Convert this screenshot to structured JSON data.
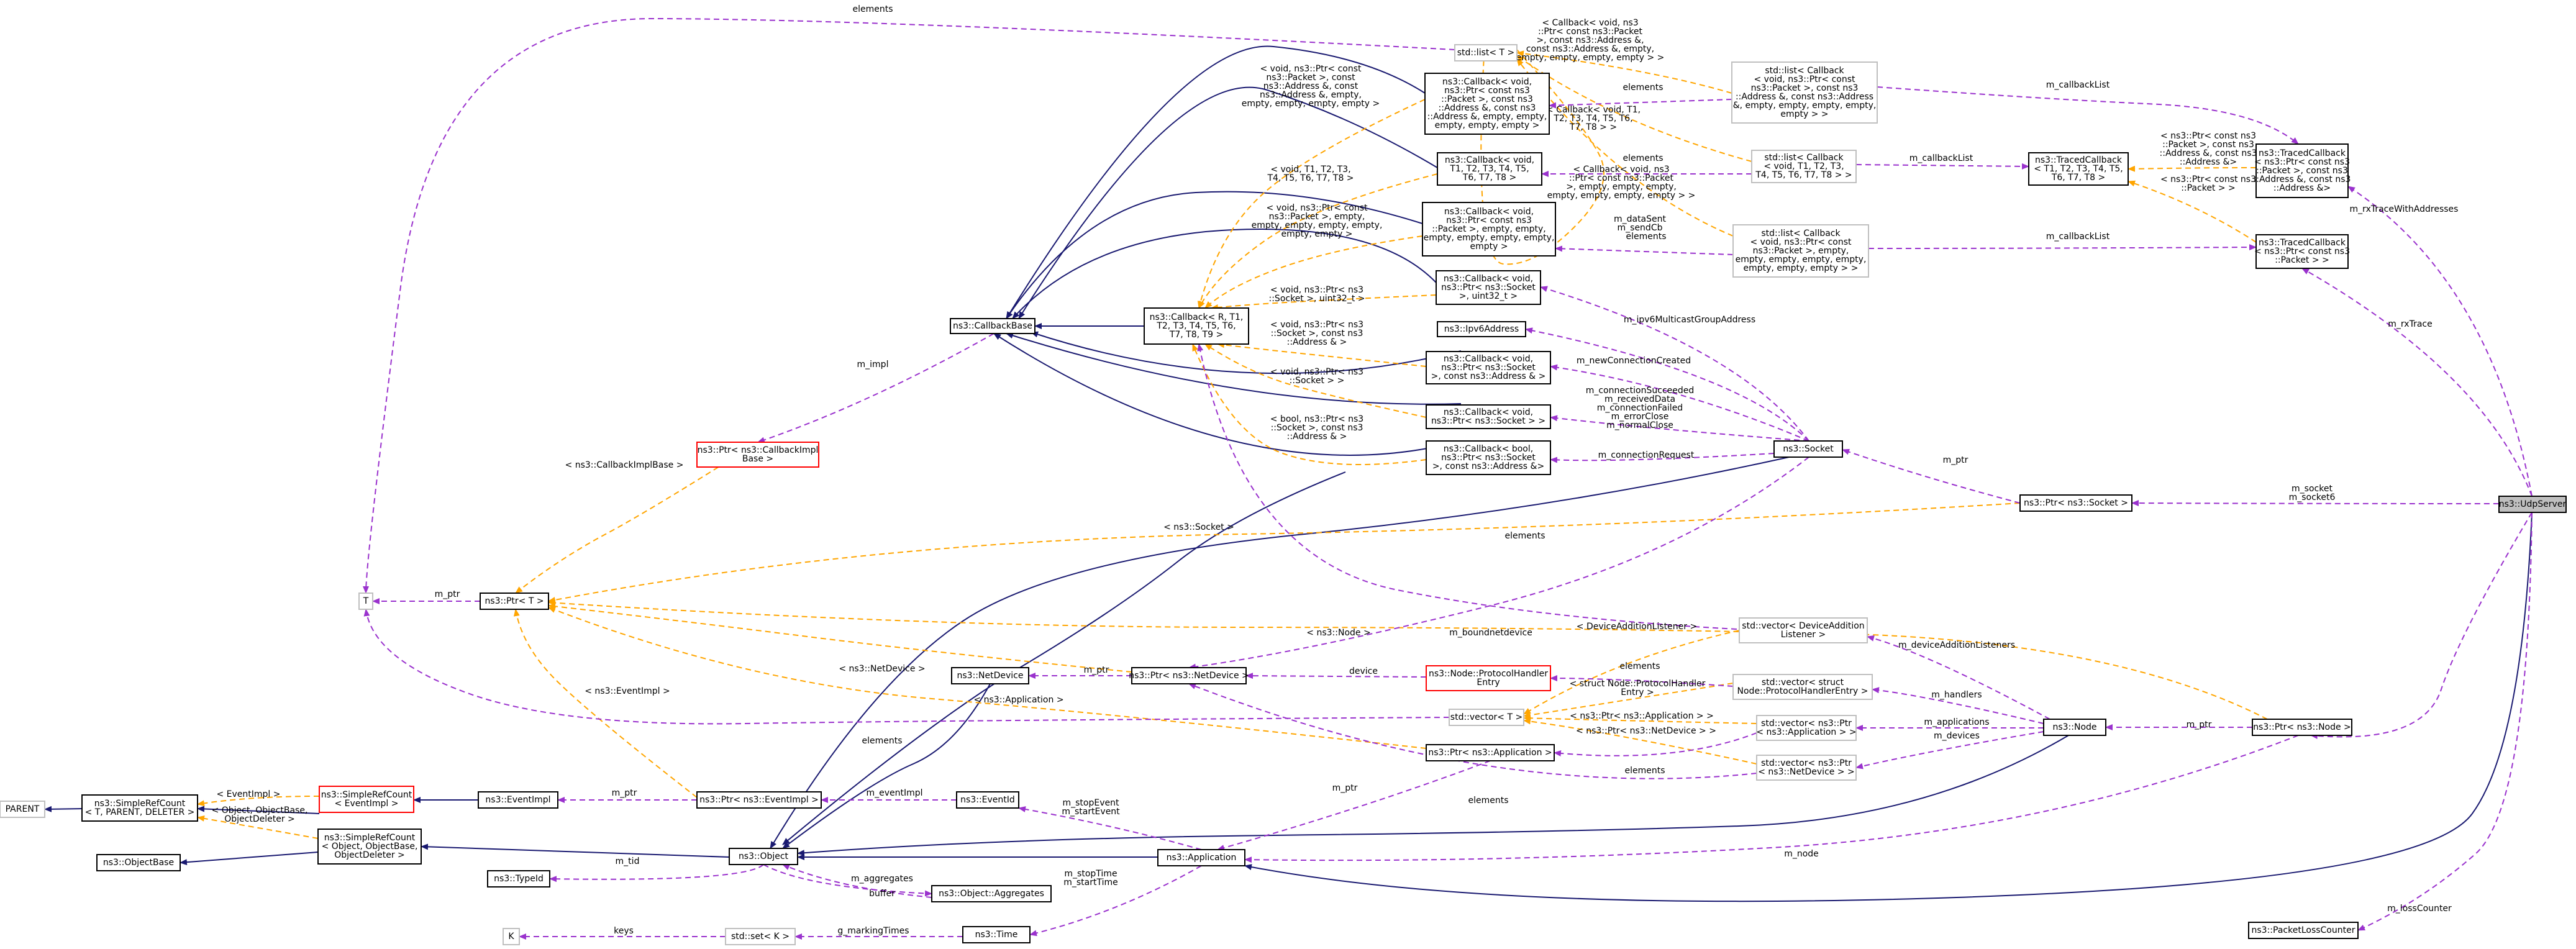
{
  "nodes": {
    "udpserver": "ns3::UdpServer",
    "ptr_socket": "ns3::Ptr< ns3::Socket >",
    "traced_addr": "ns3::TracedCallback\n< ns3::Ptr< const ns3\n::Packet >, const ns3\n::Address &, const ns3\n::Address &>",
    "traced_pkt": "ns3::TracedCallback\n< ns3::Ptr< const ns3\n::Packet > >",
    "traced_generic": "ns3::TracedCallback\n< T1, T2, T3, T4, T5,\nT6, T7, T8 >",
    "list_addr": "std::list< Callback\n< void, ns3::Ptr< const\nns3::Packet >, const ns3\n::Address &, const ns3::Address\n&, empty, empty, empty, empty,\nempty > >",
    "list_generic": "std::list< Callback\n< void, T1, T2, T3,\nT4, T5, T6, T7, T8 > >",
    "list_pkt": "std::list< Callback\n< void, ns3::Ptr< const\nns3::Packet >, empty,\nempty, empty, empty, empty,\nempty, empty, empty > >",
    "stdlist_t": "std::list< T >",
    "cb_addr": "ns3::Callback< void,\nns3::Ptr< const ns3\n::Packet >, const ns3\n::Address &, const ns3\n::Address &, empty, empty,\nempty, empty, empty >",
    "cb_generic_void": "ns3::Callback< void,\nT1, T2, T3, T4, T5,\nT6, T7, T8 >",
    "cb_pkt": "ns3::Callback< void,\nns3::Ptr< const ns3\n::Packet >, empty, empty,\nempty, empty, empty, empty,\nempty >",
    "cb_sock_u32": "ns3::Callback< void,\nns3::Ptr< ns3::Socket\n>, uint32_t >",
    "callback_r": "ns3::Callback< R, T1,\nT2, T3, T4, T5, T6,\nT7, T8, T9 >",
    "callbackbase": "ns3::CallbackBase",
    "ipv6": "ns3::Ipv6Address",
    "cb_sock_addr": "ns3::Callback< void,\nns3::Ptr< ns3::Socket\n>, const ns3::Address & >",
    "cb_sock": "ns3::Callback< void,\nns3::Ptr< ns3::Socket > >",
    "cb_bool": "ns3::Callback< bool,\nns3::Ptr< ns3::Socket\n>, const ns3::Address &>",
    "socket": "ns3::Socket",
    "ptr_cbimpl": "ns3::Ptr< ns3::CallbackImpl\nBase >",
    "ptr_t": "ns3::Ptr< T >",
    "t": "T",
    "netdevice": "ns3::NetDevice",
    "ptr_netdevice": "ns3::Ptr< ns3::NetDevice >",
    "protocolhandler": "ns3::Node::ProtocolHandler\nEntry",
    "vec_listener": "std::vector< DeviceAddition\nListener >",
    "vec_handler": "std::vector< struct\nNode::ProtocolHandlerEntry >",
    "vec_t": "std::vector< T >",
    "vec_app": "std::vector< ns3::Ptr\n< ns3::Application > >",
    "vec_netdev": "std::vector< ns3::Ptr\n< ns3::NetDevice > >",
    "node": "ns3::Node",
    "ptr_node": "ns3::Ptr< ns3::Node >",
    "ptr_app": "ns3::Ptr< ns3::Application >",
    "parent": "PARENT",
    "simplerefcount": "ns3::SimpleRefCount\n< T, PARENT, DELETER >",
    "src_eventimpl": "ns3::SimpleRefCount\n< EventImpl >",
    "eventimpl": "ns3::EventImpl",
    "ptr_eventimpl": "ns3::Ptr< ns3::EventImpl >",
    "eventid": "ns3::EventId",
    "objectbase": "ns3::ObjectBase",
    "src_object": "ns3::SimpleRefCount\n< Object, ObjectBase,\nObjectDeleter >",
    "object": "ns3::Object",
    "application": "ns3::Application",
    "typeid": "ns3::TypeId",
    "aggregates": "ns3::Object::Aggregates",
    "k": "K",
    "set_k": "std::set< K >",
    "time": "ns3::Time",
    "packetloss": "ns3::PacketLossCounter"
  },
  "edge_labels": {
    "elements_top": "elements",
    "stdlist_tpl": "< Callback< void, ns3\n::Ptr< const ns3::Packet\n>, const ns3::Address &,\nconst ns3::Address &, empty,\nempty, empty, empty, empty > >",
    "elements_addr": "elements",
    "m_callbacklist_addr": "m_callbackList",
    "traced_addr_tpl": "< ns3::Ptr< const ns3\n::Packet >, const ns3\n::Address &, const ns3\n::Address &>",
    "m_rxtracewithaddresses": "m_rxTraceWithAddresses",
    "list_generic_tpl": "< Callback< void, T1,\nT2, T3, T4, T5, T6,\nT7, T8 > >",
    "elements_generic": "elements",
    "m_callbacklist_generic": "m_callbackList",
    "traced_pkt_tpl": "< ns3::Ptr< const ns3\n::Packet > >",
    "list_pkt_tpl": "< Callback< void, ns3\n::Ptr< const ns3::Packet\n>, empty, empty, empty,\nempty, empty, empty, empty > >",
    "elements_pkt": "elements",
    "m_callbacklist_pkt": "m_callbackList",
    "m_rxtrace": "m_rxTrace",
    "cb_addr_tpl": "< void, ns3::Ptr< const\nns3::Packet >, const\nns3::Address &, const\nns3::Address &, empty,\nempty, empty, empty, empty >",
    "cb_generic_tpl": "< void, T1, T2, T3,\nT4, T5, T6, T7, T8 >",
    "cb_pkt_tpl": "< void, ns3::Ptr< const\nns3::Packet >, empty,\nempty, empty, empty, empty,\nempty, empty >",
    "cb_sock_u32_tpl": "< void, ns3::Ptr< ns3\n::Socket >, uint32_t >",
    "m_datasent": "m_dataSent\nm_sendCb",
    "m_ipv6": "m_ipv6MulticastGroupAddress",
    "cb_sock_addr_tpl": "< void, ns3::Ptr< ns3\n::Socket >, const ns3\n::Address & >",
    "m_newconnection": "m_newConnectionCreated",
    "cb_sock_tpl": "< void, ns3::Ptr< ns3\n::Socket > >",
    "m_connsucceeded": "m_connectionSucceeded\nm_receivedData\nm_connectionFailed\nm_errorClose\nm_normalClose",
    "cb_bool_tpl": "< bool, ns3::Ptr< ns3\n::Socket >, const ns3\n::Address & >",
    "m_connrequest": "m_connectionRequest",
    "m_impl": "m_impl",
    "cbimpl_tpl": "< ns3::CallbackImplBase >",
    "m_ptr_t": "m_ptr",
    "socket_tpl": "< ns3::Socket >",
    "m_ptr_socket": "m_ptr",
    "m_socket": "m_socket\nm_socket6",
    "node_tpl": "< ns3::Node >",
    "m_boundnetdevice": "m_boundnetdevice",
    "elements_listener": "elements",
    "m_devicelisteners": "m_deviceAdditionListeners",
    "netdevice_tpl": "< ns3::NetDevice >",
    "m_ptr_netdevice": "m_ptr",
    "device": "device",
    "listener_tpl": "< DeviceAdditionListener >",
    "elements_handler": "elements",
    "handler_tpl": "< struct Node::ProtocolHandler\nEntry >",
    "m_handlers": "m_handlers",
    "app_vec_tpl": "< ns3::Ptr< ns3::Application > >",
    "netdev_vec_tpl": "< ns3::Ptr< ns3::NetDevice > >",
    "m_applications": "m_applications",
    "m_devices": "m_devices",
    "elements_vec": "elements",
    "elements_app": "elements",
    "elements_netdev": "elements",
    "application_tpl": "< ns3::Application >",
    "m_ptr_node": "m_ptr",
    "eventimpl_tpl": "< ns3::EventImpl >",
    "m_ptr_eventimpl": "m_ptr",
    "m_eventimpl": "m_eventImpl",
    "src_eventimpl_tpl": "< EventImpl >",
    "src_object_tpl": "< Object, ObjectBase,\nObjectDeleter >",
    "m_tid": "m_tid",
    "m_aggregates": "m_aggregates",
    "buffer": "buffer",
    "m_ptr_app": "m_ptr",
    "m_stopevent": "m_stopEvent\nm_startEvent",
    "m_node": "m_node",
    "m_stoptime": "m_stopTime\nm_startTime",
    "keys": "keys",
    "m_markingtimes": "g_markingTimes",
    "m_losscounter": "m_lossCounter"
  },
  "colors": {
    "inheritance": "#191970",
    "usage": "#9a32cd",
    "template": "#ffa500",
    "node_border": "#000000",
    "template_border": "#bfbfbf",
    "undocumented_border": "#ff0000",
    "selected_fill": "#bfbfbf"
  }
}
